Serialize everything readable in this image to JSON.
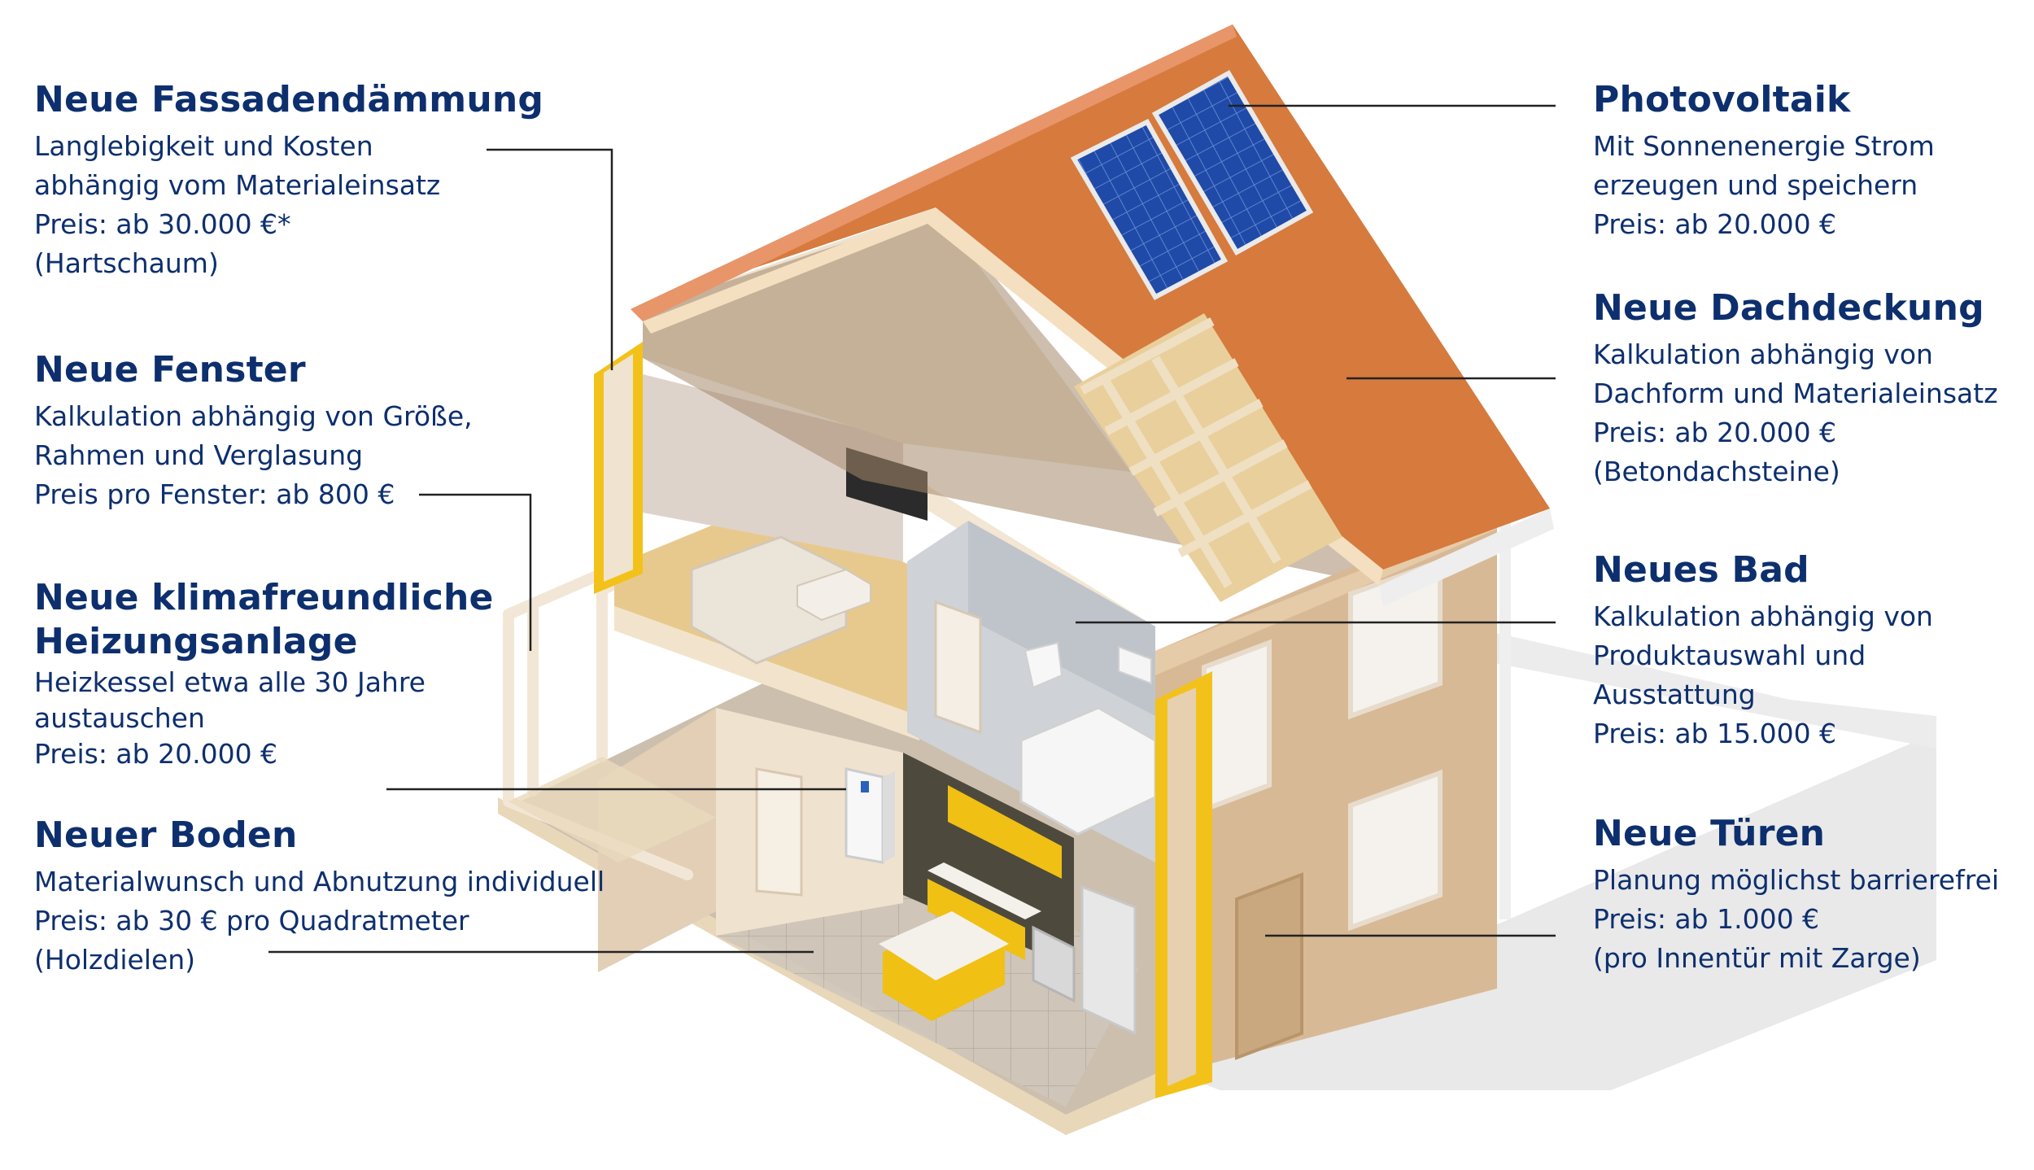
{
  "callouts": {
    "fassade": {
      "title": "Neue Fassadendämmung",
      "lines": [
        "Langlebigkeit und Kosten",
        "abhängig vom Materialeinsatz",
        "Preis: ab 30.000 €*",
        "(Hartschaum)"
      ]
    },
    "fenster": {
      "title": "Neue Fenster",
      "lines": [
        "Kalkulation abhängig von Größe,",
        "Rahmen und Verglasung",
        "Preis pro Fenster: ab 800 €"
      ]
    },
    "heizung": {
      "title_line1": "Neue klimafreundliche",
      "title_line2": "Heizungsanlage",
      "lines": [
        "Heizkessel etwa alle 30 Jahre",
        "austauschen",
        "Preis: ab 20.000 €"
      ]
    },
    "boden": {
      "title": "Neuer Boden",
      "lines": [
        "Materialwunsch und Abnutzung individuell",
        "Preis: ab 30 € pro Quadratmeter",
        "(Holzdielen)"
      ]
    },
    "photovoltaik": {
      "title": "Photovoltaik",
      "lines": [
        "Mit Sonnenenergie Strom",
        "erzeugen und speichern",
        "Preis: ab 20.000 €"
      ]
    },
    "dach": {
      "title": "Neue Dachdeckung",
      "lines": [
        "Kalkulation abhängig von",
        "Dachform und Materialeinsatz",
        "Preis: ab 20.000 €",
        "(Betondachsteine)"
      ]
    },
    "bad": {
      "title": "Neues Bad",
      "lines": [
        "Kalkulation abhängig von",
        "Produktauswahl und Ausstattung",
        "Preis: ab 15.000 €"
      ]
    },
    "tueren": {
      "title": "Neue Türen",
      "lines": [
        "Planung möglichst barrierefrei",
        "Preis: ab 1.000 €",
        "(pro Innentür mit Zarge)"
      ]
    }
  },
  "colors": {
    "text": "#0d2f6e",
    "roof": "#d67a3e",
    "wall": "#d9b994",
    "insulation": "#f2c21a",
    "solar": "#1f4aa8",
    "connector": "#222222"
  }
}
